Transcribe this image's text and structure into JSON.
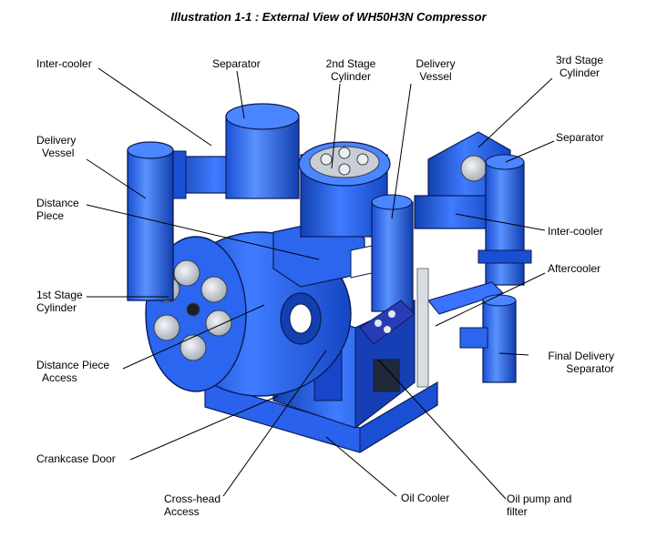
{
  "title": "Illustration 1-1 :  External View of WH50H3N Compressor",
  "labels": {
    "inter_cooler_1": "Inter-cooler",
    "separator_1": "Separator",
    "second_stage_cylinder": [
      "2nd Stage",
      "Cylinder"
    ],
    "delivery_vessel_top": [
      "Delivery",
      "Vessel"
    ],
    "third_stage_cylinder": [
      "3rd Stage",
      "Cylinder"
    ],
    "delivery_vessel_left": [
      "Delivery",
      "Vessel"
    ],
    "separator_2": "Separator",
    "distance_piece": [
      "Distance",
      "Piece"
    ],
    "inter_cooler_2": "Inter-cooler",
    "aftercooler": "Aftercooler",
    "first_stage_cylinder": [
      "1st Stage",
      "Cylinder"
    ],
    "final_delivery_separator": [
      "Final Delivery",
      "Separator"
    ],
    "distance_piece_access": [
      "Distance Piece",
      "Access"
    ],
    "crankcase_door": "Crankcase Door",
    "cross_head_access": [
      "Cross-head",
      "Access"
    ],
    "oil_cooler": "Oil Cooler",
    "oil_pump_and_filter": [
      "Oil pump and",
      "filter"
    ]
  },
  "colors": {
    "body_blue": "#1f5fe6",
    "light_blue": "#4a86ff",
    "dark_blue": "#1240b0",
    "outline": "#0a1a55",
    "silver": "#d9dde3",
    "leader": "#000000"
  }
}
